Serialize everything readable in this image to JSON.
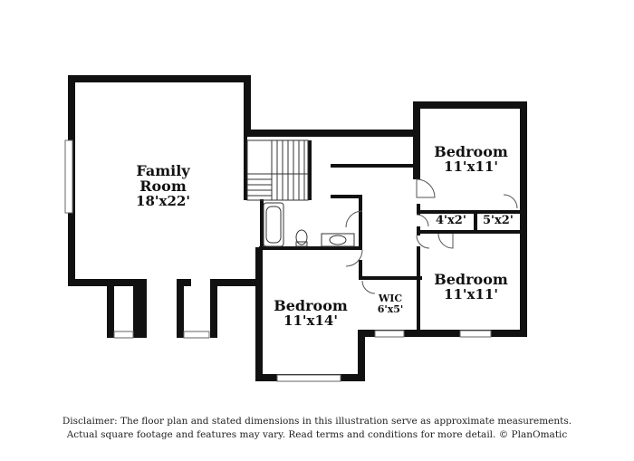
{
  "rooms": {
    "family_room": {
      "name_line1": "Family",
      "name_line2": "Room",
      "dims": "18'x22'"
    },
    "bedroom_top_right": {
      "name": "Bedroom",
      "dims": "11'x11'"
    },
    "bedroom_right": {
      "name": "Bedroom",
      "dims": "11'x11'"
    },
    "bedroom_bottom": {
      "name": "Bedroom",
      "dims": "11'x14'"
    },
    "wic": {
      "name": "WIC",
      "dims": "6'x5'"
    },
    "closet_a": {
      "dims": "4'x2'"
    },
    "closet_b": {
      "dims": "5'x2'"
    }
  },
  "disclaimer": {
    "line1": "Disclaimer: The floor plan and stated dimensions in this illustration serve as approximate measurements.",
    "line2": "Actual square footage and features may vary. Read terms and conditions for more detail. © PlanOmatic"
  }
}
